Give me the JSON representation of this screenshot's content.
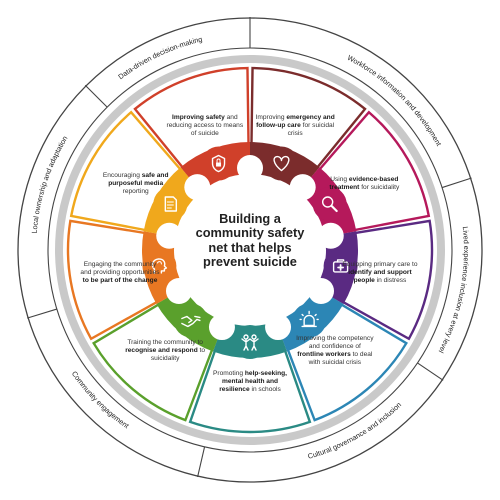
{
  "title": "Building a community safety net that helps prevent suicide",
  "segments": [
    {
      "id": "emergency",
      "color": "#7b2c2c",
      "icon": "heart-icon",
      "parts": [
        [
          "Improving ",
          false
        ],
        [
          "emergency and follow-up care",
          true
        ],
        [
          " for suicidal crisis",
          false
        ]
      ]
    },
    {
      "id": "evidence",
      "color": "#b5195b",
      "icon": "magnifier-icon",
      "parts": [
        [
          "Using ",
          false
        ],
        [
          "evidence-based treatment",
          true
        ],
        [
          " for suicidality",
          false
        ]
      ]
    },
    {
      "id": "primary-care",
      "color": "#5a2a82",
      "icon": "first-aid-kit-icon",
      "parts": [
        [
          "Equipping primary care to ",
          false
        ],
        [
          "identify and support people",
          true
        ],
        [
          " in distress",
          false
        ]
      ]
    },
    {
      "id": "frontline",
      "color": "#2c86b5",
      "icon": "alarm-light-icon",
      "parts": [
        [
          "Improving the competency and confidence of ",
          false
        ],
        [
          "frontline workers",
          true
        ],
        [
          " to deal with suicidal crisis",
          false
        ]
      ]
    },
    {
      "id": "schools",
      "color": "#2a8a84",
      "icon": "children-icon",
      "parts": [
        [
          "Promoting ",
          false
        ],
        [
          "help-seeking, mental health and resilience",
          true
        ],
        [
          " in schools",
          false
        ]
      ]
    },
    {
      "id": "training",
      "color": "#5aa02c",
      "icon": "handshake-icon",
      "parts": [
        [
          "Training the community to ",
          false
        ],
        [
          "recognise and respond",
          true
        ],
        [
          " to suicidality",
          false
        ]
      ]
    },
    {
      "id": "engaging",
      "color": "#e87722",
      "icon": "speech-head-icon",
      "parts": [
        [
          "Engaging the community and providing opportunities ",
          false
        ],
        [
          "to be part of the change",
          true
        ]
      ]
    },
    {
      "id": "media",
      "color": "#f0a81c",
      "icon": "document-icon",
      "parts": [
        [
          "Encouraging ",
          false
        ],
        [
          "safe and purposeful media",
          true
        ],
        [
          " reporting",
          false
        ]
      ]
    },
    {
      "id": "safety",
      "color": "#d0402a",
      "icon": "shield-lock-icon",
      "parts": [
        [
          "Improving safety",
          true
        ],
        [
          " and reducing access to means of suicide",
          false
        ]
      ]
    }
  ],
  "outer_ring": [
    "Workforce information and development",
    "Lived experience inclusion at every level",
    "Cultural governance and inclusion",
    "Community engagement",
    "Local ownership and adaptation",
    "Data-driven decision-making"
  ],
  "colors": {
    "outer_ring_border": "#444444",
    "grey_ring": "#c9c9c9",
    "segment_fill": "#ffffff"
  }
}
